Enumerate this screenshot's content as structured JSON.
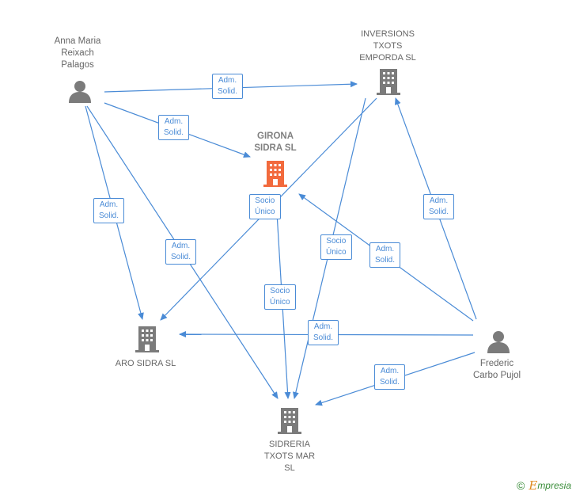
{
  "nodes": {
    "anna": {
      "label": "Anna Maria\nReixach\nPalagos",
      "kind": "person"
    },
    "inversions": {
      "label": "INVERSIONS\nTXOTS\nEMPORDA  SL",
      "kind": "company"
    },
    "girona": {
      "label": "GIRONA\nSIDRA  SL",
      "kind": "company-main"
    },
    "aro": {
      "label": "ARO SIDRA  SL",
      "kind": "company"
    },
    "sidreria": {
      "label": "SIDRERIA\nTXOTS MAR\nSL",
      "kind": "company"
    },
    "frederic": {
      "label": "Frederic\nCarbo Pujol",
      "kind": "person"
    }
  },
  "edges": [
    {
      "from": "anna",
      "to": "inversions",
      "label": "Adm.\nSolid."
    },
    {
      "from": "anna",
      "to": "girona",
      "label": "Adm.\nSolid."
    },
    {
      "from": "anna",
      "to": "aro",
      "label": "Adm.\nSolid."
    },
    {
      "from": "anna",
      "to": "sidreria",
      "label": "Adm.\nSolid."
    },
    {
      "from": "inversions",
      "to": "aro",
      "label": "Socio\nÚnico"
    },
    {
      "from": "girona",
      "to": "sidreria",
      "label": "Socio\nÚnico"
    },
    {
      "from": "inversions",
      "to": "sidreria",
      "label": "Socio\nÚnico"
    },
    {
      "from": "frederic",
      "to": "girona",
      "label": "Adm.\nSolid."
    },
    {
      "from": "frederic",
      "to": "inversions",
      "label": "Adm.\nSolid."
    },
    {
      "from": "frederic",
      "to": "aro",
      "label": "Adm.\nSolid."
    },
    {
      "from": "frederic",
      "to": "sidreria",
      "label": "Adm.\nSolid."
    }
  ],
  "brand": {
    "copyright": "©",
    "e": "E",
    "rest": "mpresia"
  },
  "colors": {
    "edge": "#4a8bd6",
    "building": "#7b7b7b",
    "building_main": "#f26a3d",
    "person": "#7b7b7b"
  }
}
